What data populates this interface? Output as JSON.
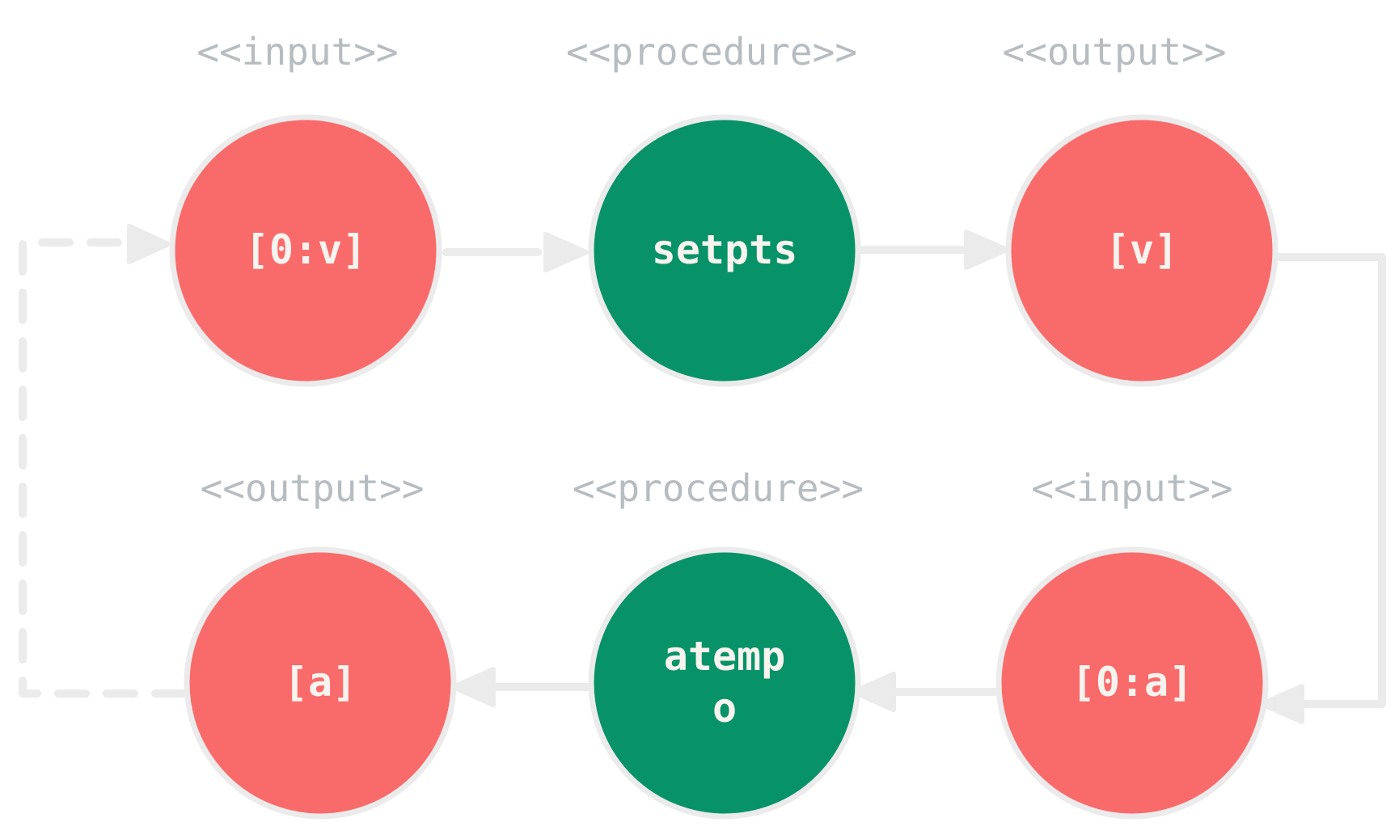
{
  "stereotypes": {
    "input": "<<input>>",
    "procedure": "<<procedure>>",
    "output": "<<output>>"
  },
  "nodes": [
    {
      "id": "n1",
      "label": "[0:v]",
      "stereotype": "<<input>>",
      "kind": "stream"
    },
    {
      "id": "n2",
      "label": "setpts",
      "stereotype": "<<procedure>>",
      "kind": "procedure"
    },
    {
      "id": "n3",
      "label": "[v]",
      "stereotype": "<<output>>",
      "kind": "stream"
    },
    {
      "id": "n4",
      "label": "[0:a]",
      "stereotype": "<<input>>",
      "kind": "stream"
    },
    {
      "id": "n5",
      "label_lines": [
        "atemp",
        "o"
      ],
      "stereotype": "<<procedure>>",
      "kind": "procedure"
    },
    {
      "id": "n6",
      "label": "[a]",
      "stereotype": "<<output>>",
      "kind": "stream"
    }
  ],
  "edges": [
    {
      "from": "n1",
      "to": "n2",
      "style": "solid"
    },
    {
      "from": "n2",
      "to": "n3",
      "style": "solid"
    },
    {
      "from": "n3",
      "to": "n4",
      "style": "solid"
    },
    {
      "from": "n4",
      "to": "n5",
      "style": "solid"
    },
    {
      "from": "n5",
      "to": "n6",
      "style": "solid"
    },
    {
      "from": "n6",
      "to": "n1",
      "style": "dashed"
    }
  ],
  "colors": {
    "stream": "#f96b6b",
    "procedure": "#079268",
    "outline": "#ebebeb",
    "edge": "#ebebeb",
    "stereotype_text": "#b7bcc0",
    "node_text": "#f7f3ee"
  }
}
